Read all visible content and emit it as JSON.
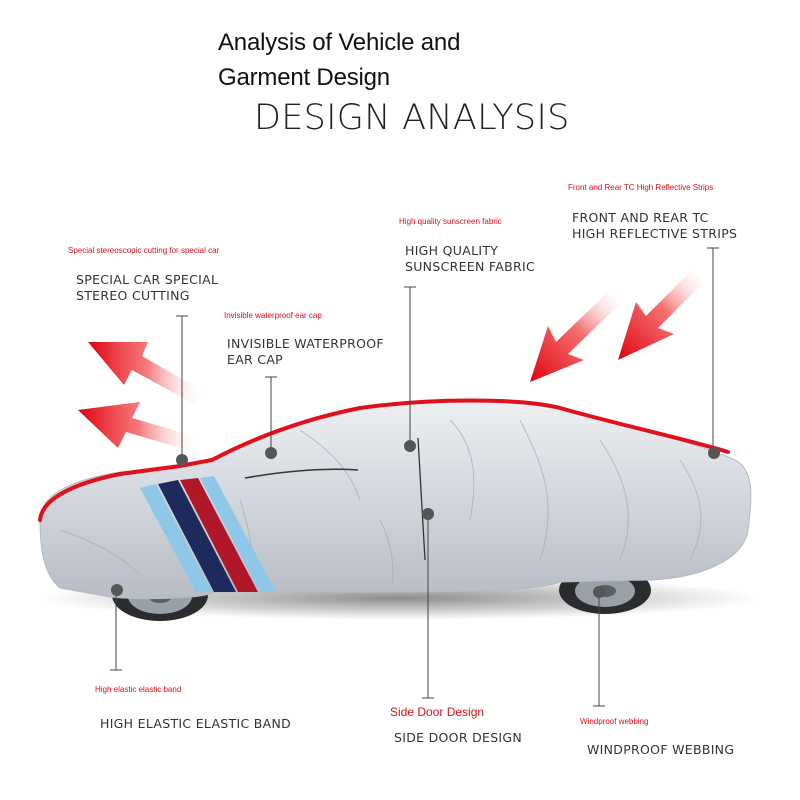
{
  "header": {
    "title_line1": "Analysis of Vehicle and",
    "title_line2": "Garment Design",
    "main_title": "DESIGN ANALYSIS"
  },
  "callouts": {
    "stereo_cutting": {
      "cn": "Special stereoscopic cutting for special car",
      "line1": "SPECIAL CAR SPECIAL",
      "line2": "STEREO CUTTING"
    },
    "ear_cap": {
      "cn": "Invisible waterproof ear cap",
      "line1": "INVISIBLE WATERPROOF",
      "line2": "EAR CAP"
    },
    "sunscreen": {
      "cn": "High quality sunscreen fabric",
      "line1": "HIGH QUALITY",
      "line2": "SUNSCREEN FABRIC"
    },
    "reflective": {
      "cn": "Front and Rear TC High Reflective Strips",
      "line1": "FRONT AND REAR TC",
      "line2": "HIGH REFLECTIVE STRIPS"
    },
    "elastic_band": {
      "cn": "High elastic elastic band",
      "line1": "HIGH ELASTIC ELASTIC BAND"
    },
    "side_door": {
      "cn": "Side Door Design",
      "line1": "SIDE DOOR DESIGN"
    },
    "webbing": {
      "cn": "Windproof webbing",
      "line1": "WINDPROOF WEBBING"
    }
  },
  "colors": {
    "accent_red": "#e0101c",
    "stripe_navy": "#1e2a5c",
    "stripe_blue": "#8ec7e8",
    "stripe_red": "#b0182a",
    "cover_silver": "#d8dbe0"
  }
}
